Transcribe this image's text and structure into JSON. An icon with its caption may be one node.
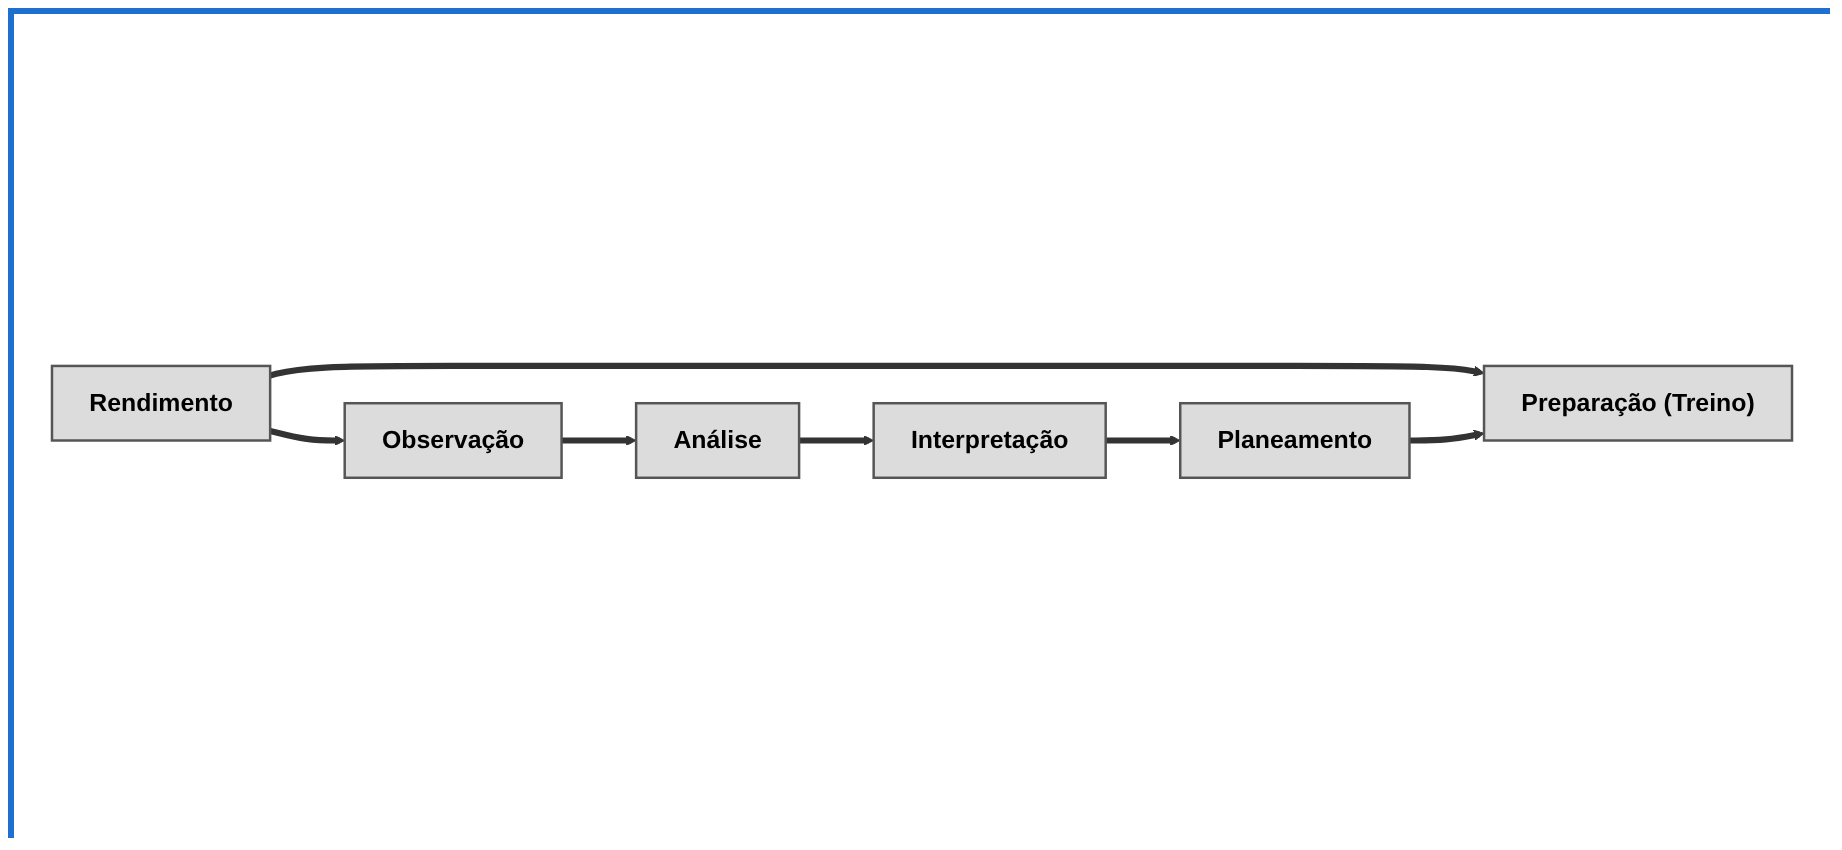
{
  "diagram": {
    "nodes": [
      {
        "text": [
          "Rendimento"
        ]
      },
      {
        "text": [
          "Observação"
        ]
      },
      {
        "text": [
          "Análise"
        ]
      },
      {
        "text": [
          "Interpretação"
        ]
      },
      {
        "text": [
          "Planeamento"
        ]
      },
      {
        "text": [
          "Preparação (Treino)"
        ]
      }
    ],
    "edges": [
      {
        "from": 0,
        "to": 5,
        "arrow": "to"
      },
      {
        "from": 0,
        "to": 1,
        "arrow": "to"
      },
      {
        "from": 1,
        "to": 2,
        "arrow": "to"
      },
      {
        "from": 2,
        "to": 3,
        "arrow": "to"
      },
      {
        "from": 3,
        "to": 4,
        "arrow": "to"
      },
      {
        "from": 4,
        "to": 5,
        "arrow": "to"
      }
    ]
  }
}
